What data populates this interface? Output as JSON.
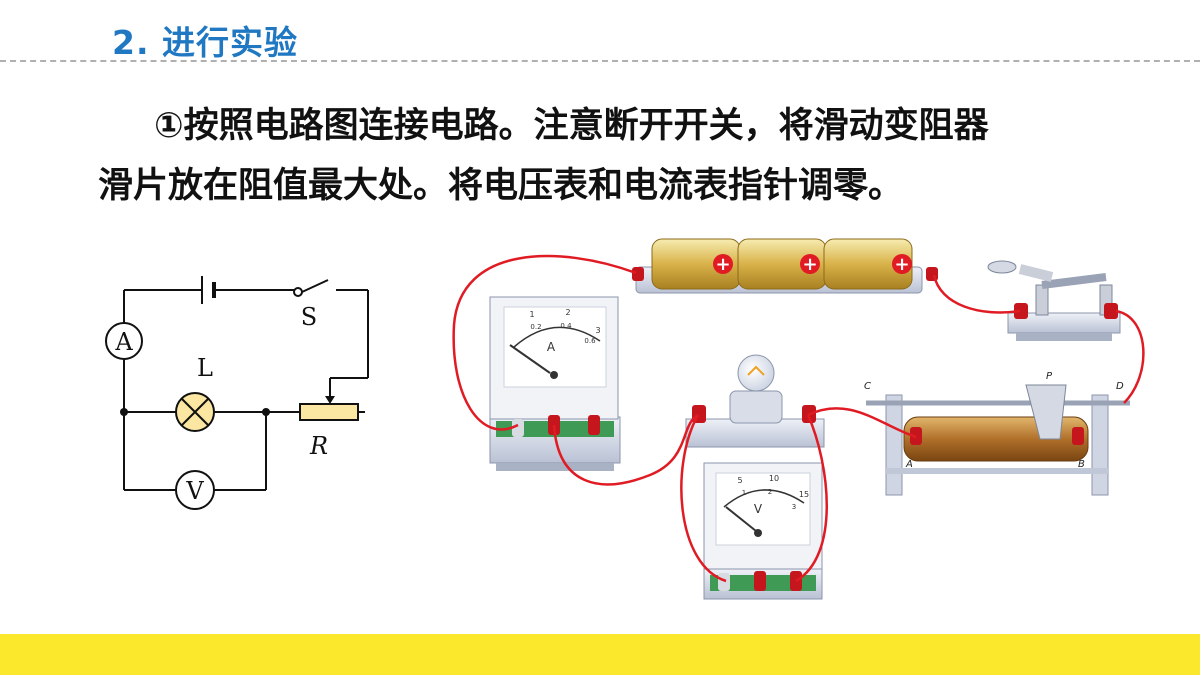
{
  "heading": "2. 进行实验",
  "step": {
    "line1": "①按照电路图连接电路。注意断开开关，将滑动变阻器",
    "line2": "滑片放在阻值最大处。将电压表和电流表指针调零。"
  },
  "schematic": {
    "ammeter": "A",
    "voltmeter": "V",
    "lamp": "L",
    "switch": "S",
    "rheostat": "R"
  },
  "apparatus": {
    "ammeter_label": "A",
    "ammeter_scale_top": [
      "1",
      "2",
      "3"
    ],
    "ammeter_scale_bottom": [
      "0.2",
      "0.4",
      "0.6"
    ],
    "voltmeter_label": "V",
    "voltmeter_scale_top": [
      "5",
      "10",
      "15"
    ],
    "voltmeter_scale_bottom": [
      "1",
      "2",
      "3"
    ],
    "rheostat_terminals": [
      "C",
      "D",
      "A",
      "B"
    ],
    "rheostat_slider": "P",
    "battery_sign": "+"
  },
  "colors": {
    "heading": "#1f78c1",
    "wire": "#e01b24",
    "footer": "#fbe82c"
  }
}
